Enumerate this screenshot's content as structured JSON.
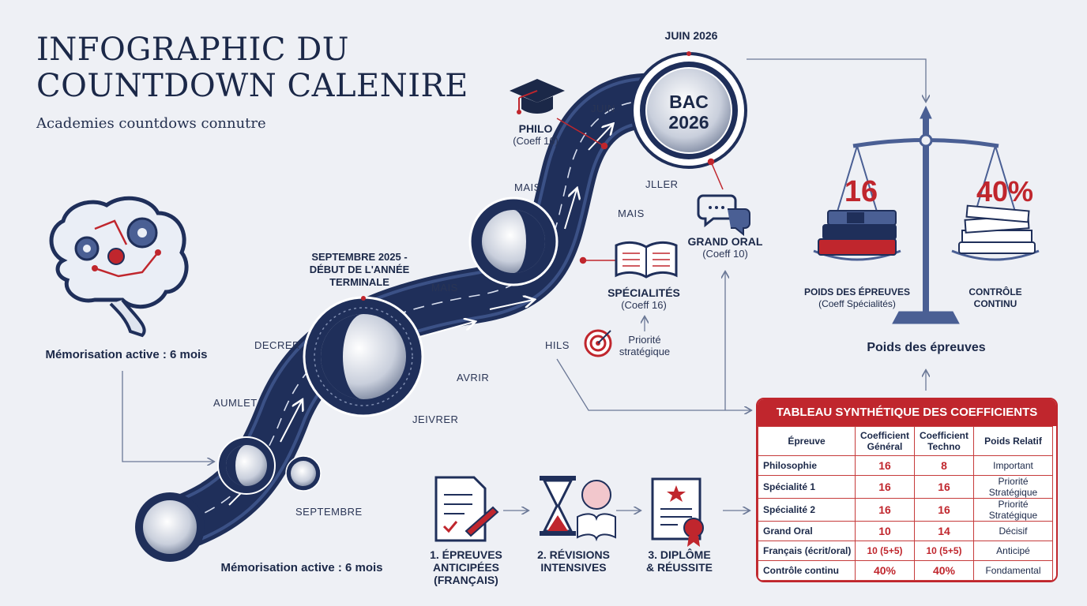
{
  "header": {
    "title_line1": "INFOGRAPHIC DU",
    "title_line2": "COUNTDOWN CALENIRE",
    "subtitle": "Academies countdows connutre"
  },
  "brain": {
    "label": "Mémorisation active : 6 mois"
  },
  "memorisation_bottom": "Mémorisation active : 6 mois",
  "timeline": {
    "start_label_line1": "SEPTEMBRE 2025 -",
    "start_label_line2": "DÉBUT DE L'ANNÉE",
    "start_label_line3": "TERMINALE",
    "end_top": "JUIN 2026",
    "end_center": [
      "BAC",
      "2026"
    ],
    "months": {
      "septembre": "SEPTEMBRE",
      "aumlet": "AUMLET",
      "decrer": "DECRER",
      "jeivrer": "JEIVRER",
      "avrir": "AVRIR",
      "mais1": "MAIS",
      "hils": "HILS",
      "mais2": "MAIS",
      "mais3": "MAIS",
      "juin": "JUIN",
      "jller": "JLLER"
    }
  },
  "exams": {
    "philo": {
      "name": "PHILO",
      "coef": "(Coeff 16)"
    },
    "specialites": {
      "name": "SPÉCIALITÉS",
      "coef": "(Coeff 16)"
    },
    "priorite": {
      "line1": "Priorité",
      "line2": "stratégique"
    },
    "grand_oral": {
      "name": "GRAND ORAL",
      "coef": "(Coeff 10)"
    }
  },
  "balance": {
    "left_value": "16",
    "right_value": "40%",
    "left_label_line1": "POIDS DES ÉPREUVES",
    "left_label_line2": "(Coeff Spécialités)",
    "right_label_line1": "CONTRÔLE",
    "right_label_line2": "CONTINU",
    "caption": "Poids des épreuves"
  },
  "steps": [
    {
      "line1": "1. ÉPREUVES",
      "line2": "ANTICIPÉES",
      "line3": "(FRANÇAIS)"
    },
    {
      "line1": "2. RÉVISIONS",
      "line2": "INTENSIVES",
      "line3": ""
    },
    {
      "line1": "3. DIPLÔME",
      "line2": "& RÉUSSITE",
      "line3": ""
    }
  ],
  "table": {
    "title": "TABLEAU SYNTHÉTIQUE DES COEFFICIENTS",
    "headers": {
      "col1": "Épreuve",
      "col2a": "Coefficient",
      "col2b": "Général",
      "col3a": "Coefficient",
      "col3b": "Techno",
      "col4": "Poids Relatif"
    },
    "rows": [
      {
        "epreuve": "Philosophie",
        "general": "16",
        "techno": "8",
        "poids": "Important"
      },
      {
        "epreuve": "Spécialité 1",
        "general": "16",
        "techno": "16",
        "poids": "Priorité Stratégique"
      },
      {
        "epreuve": "Spécialité 2",
        "general": "16",
        "techno": "16",
        "poids": "Priorité Stratégique"
      },
      {
        "epreuve": "Grand Oral",
        "general": "10",
        "techno": "14",
        "poids": "Décisif"
      },
      {
        "epreuve": "Français (écrit/oral)",
        "general": "10 (5+5)",
        "techno": "10 (5+5)",
        "poids": "Anticipé"
      },
      {
        "epreuve": "Contrôle continu",
        "general": "40%",
        "techno": "40%",
        "poids": "Fondamental"
      }
    ]
  },
  "colors": {
    "navy": "#1b2848",
    "red": "#c0262d",
    "road": "#1f2f5a",
    "bg": "#eef0f5"
  },
  "icons": [
    "brain-gears-icon",
    "graduation-cap-icon",
    "speech-bubbles-icon",
    "open-book-icon",
    "target-icon",
    "books-icon",
    "papers-icon",
    "document-pen-icon",
    "hourglass-brain-icon",
    "diploma-icon",
    "scale-icon"
  ]
}
